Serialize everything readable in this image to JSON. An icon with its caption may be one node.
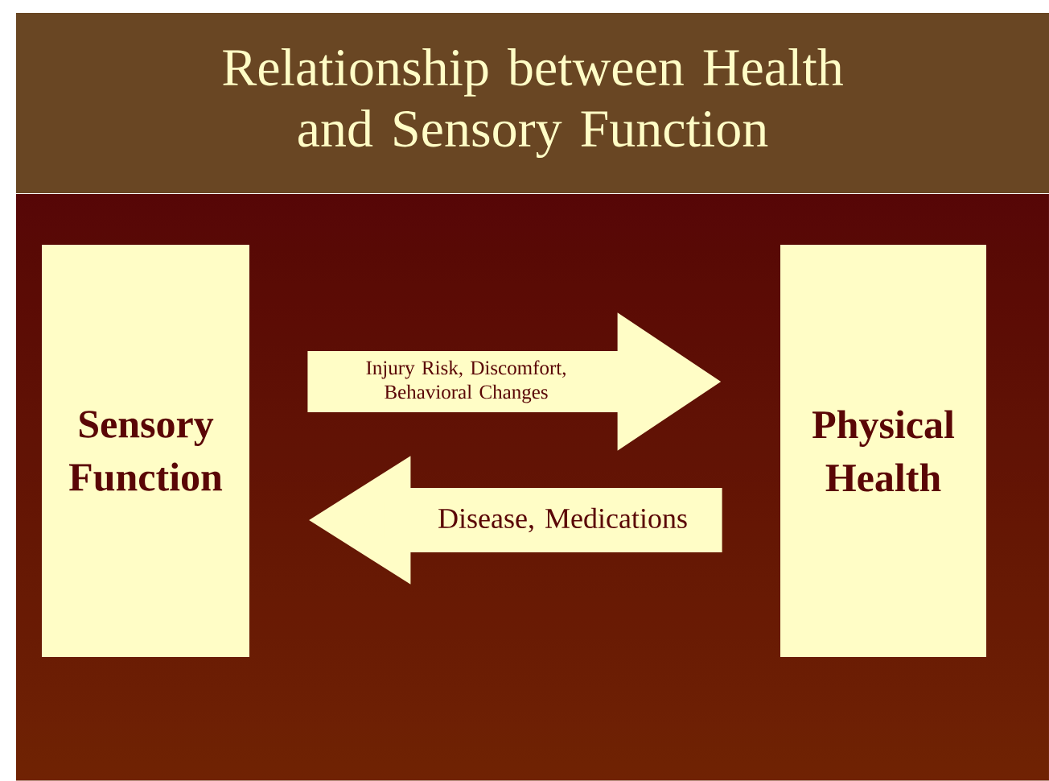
{
  "diagram": {
    "title": "Relationship between Health and Sensory Function",
    "nodes": [
      {
        "text": [
          "Sensory Function"
        ]
      },
      {
        "text": [
          "Physical Health"
        ]
      }
    ],
    "edges": [
      {
        "from": 0,
        "to": 1,
        "arrow": "to",
        "label": "Injury Risk, Discomfort, Behavioral Changes"
      },
      {
        "from": 1,
        "to": 0,
        "arrow": "to",
        "label": "Disease, Medications"
      }
    ]
  }
}
